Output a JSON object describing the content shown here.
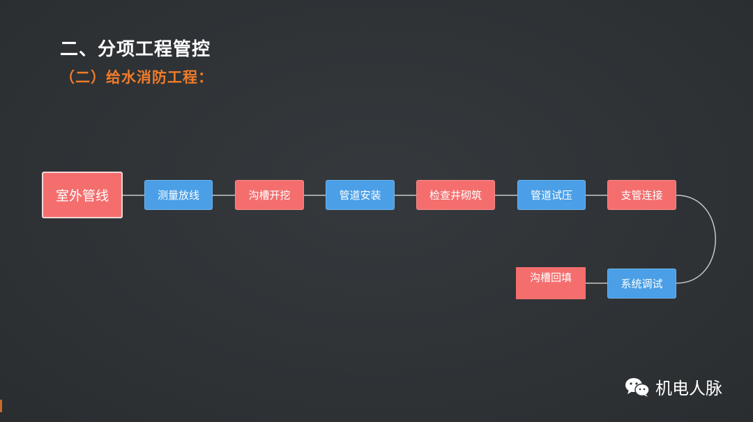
{
  "title": "二、分项工程管控",
  "subtitle": "（二）给水消防工程：",
  "flow": {
    "start": "室外管线",
    "steps": [
      {
        "label": "测量放线",
        "color": "blue"
      },
      {
        "label": "沟槽开挖",
        "color": "red"
      },
      {
        "label": "管道安装",
        "color": "blue"
      },
      {
        "label": "检查井砌筑",
        "color": "red"
      },
      {
        "label": "管道试压",
        "color": "blue"
      },
      {
        "label": "支管连接",
        "color": "red"
      },
      {
        "label": "系统调试",
        "color": "blue"
      },
      {
        "label": "沟槽回填",
        "color": "red"
      }
    ]
  },
  "colors": {
    "background": "#2f3336",
    "title": "#ffffff",
    "subtitle": "#f07c2a",
    "red": "#f46e6e",
    "blue": "#4a9fe6",
    "connector": "#c8c8c8"
  },
  "footer": {
    "icon": "wechat-icon",
    "text": "机电人脉"
  }
}
